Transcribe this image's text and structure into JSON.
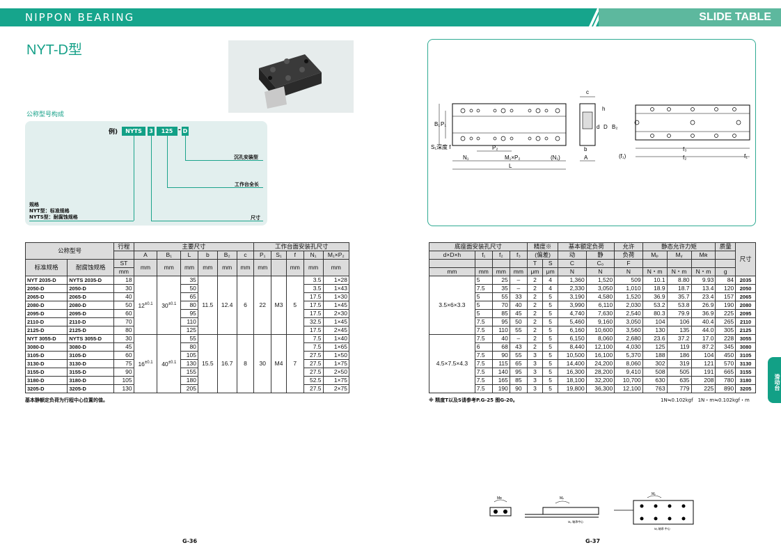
{
  "header": {
    "brand": "NIPPON BEARING",
    "section": "SLIDE TABLE"
  },
  "page_title": "NYT-D型",
  "model_subhead": "公称型号构成",
  "model_example": {
    "label": "例)",
    "codes": [
      "NYTS",
      "3",
      "125",
      "D"
    ],
    "ann_counterbore": "沉孔安装型",
    "ann_length": "工作台全长",
    "ann_spec1": "规格",
    "ann_spec2": "NYT型：标准规格",
    "ann_spec3": "NYTS型：耐腐蚀规格",
    "ann_size": "尺寸"
  },
  "diagram_labels": {
    "c": "c",
    "h": "h",
    "B1": "B₁",
    "P1": "P₁",
    "d": "d",
    "D": "D",
    "B2": "B₂",
    "S1": "S₁深度 f",
    "P2": "P₂",
    "N1": "N₁",
    "M1P2": "M₁×P₂",
    "N1p": "(N₁)",
    "L": "L",
    "b": "b",
    "A": "A",
    "f1p": "(f₁)",
    "f3": "f₃",
    "f2": "f₂",
    "f1": "f₁"
  },
  "left_table": {
    "header": {
      "model": "公称型号",
      "stroke": "行程",
      "main_dims": "主要尺寸",
      "mount_holes": "工作台面安装孔尺寸",
      "std": "标准规格",
      "corr": "耐腐蚀规格",
      "ST": "ST",
      "cols": [
        "A",
        "B₁",
        "L",
        "b",
        "B₂",
        "c",
        "P₁",
        "S₁",
        "f",
        "N₁",
        "M₁×P₂"
      ],
      "mm": "mm"
    },
    "group1": {
      "rows": [
        [
          "NYT 2035-D",
          "NYTS 2035-D",
          "18",
          "35",
          "3.5",
          "1×28"
        ],
        [
          "2050-D",
          "2050-D",
          "30",
          "50",
          "3.5",
          "1×43"
        ],
        [
          "2065-D",
          "2065-D",
          "40",
          "65",
          "17.5",
          "1×30"
        ],
        [
          "2080-D",
          "2080-D",
          "50",
          "80",
          "17.5",
          "1×45"
        ],
        [
          "2095-D",
          "2095-D",
          "60",
          "95",
          "17.5",
          "2×30"
        ],
        [
          "2110-D",
          "2110-D",
          "70",
          "110",
          "32.5",
          "1×45"
        ],
        [
          "2125-D",
          "2125-D",
          "80",
          "125",
          "17.5",
          "2×45"
        ]
      ],
      "A": "12",
      "A_tol": "±0.1",
      "B1": "30",
      "B1_tol": "±0.1",
      "b": "11.5",
      "B2": "12.4",
      "c": "6",
      "P1": "22",
      "S1": "M3",
      "f": "5"
    },
    "group2": {
      "rows": [
        [
          "NYT 3055-D",
          "NYTS 3055-D",
          "30",
          "55",
          "7.5",
          "1×40"
        ],
        [
          "3080-D",
          "3080-D",
          "45",
          "80",
          "7.5",
          "1×65"
        ],
        [
          "3105-D",
          "3105-D",
          "60",
          "105",
          "27.5",
          "1×50"
        ],
        [
          "3130-D",
          "3130-D",
          "75",
          "130",
          "27.5",
          "1×75"
        ],
        [
          "3155-D",
          "3155-D",
          "90",
          "155",
          "27.5",
          "2×50"
        ],
        [
          "3180-D",
          "3180-D",
          "105",
          "180",
          "52.5",
          "1×75"
        ],
        [
          "3205-D",
          "3205-D",
          "130",
          "205",
          "27.5",
          "2×75"
        ]
      ],
      "A": "16",
      "A_tol": "±0.1",
      "B1": "40",
      "B1_tol": "±0.1",
      "b": "15.5",
      "B2": "16.7",
      "c": "8",
      "P1": "30",
      "S1": "M4",
      "f": "7"
    },
    "note": "基本静额定负荷为行程中心位置的值。"
  },
  "right_table": {
    "header": {
      "base": "底座面安装孔尺寸",
      "dDh": "d×D×h",
      "f1": "f₁",
      "f2": "f₂",
      "f3": "f₃",
      "prec": "精度※",
      "prec2": "(偏差)",
      "T": "T",
      "S": "S",
      "load": "基本额定负荷",
      "dyn": "动",
      "stat": "静",
      "C": "C",
      "C0": "C₀",
      "allow": "允许",
      "allow2": "负荷",
      "F": "F",
      "moment": "静态允许力矩",
      "MP": "Mₚ",
      "MY": "Mᵧ",
      "MR": "Mʀ",
      "mass": "质量",
      "size": "尺寸",
      "u_mm": "mm",
      "u_um": "μm",
      "u_N": "N",
      "u_Nm": "N・m",
      "u_g": "g"
    },
    "group1": {
      "dDh": "3.5×6×3.3",
      "rows": [
        [
          "5",
          "25",
          "–",
          "2",
          "4",
          "1,360",
          "1,520",
          "509",
          "10.1",
          "8.80",
          "9.93",
          "84",
          "2035"
        ],
        [
          "7.5",
          "35",
          "–",
          "2",
          "4",
          "2,330",
          "3,050",
          "1,010",
          "18.9",
          "18.7",
          "13.4",
          "120",
          "2050"
        ],
        [
          "5",
          "55",
          "33",
          "2",
          "5",
          "3,190",
          "4,580",
          "1,520",
          "36.9",
          "35.7",
          "23.4",
          "157",
          "2065"
        ],
        [
          "5",
          "70",
          "40",
          "2",
          "5",
          "3,990",
          "6,110",
          "2,030",
          "53.2",
          "53.8",
          "26.9",
          "190",
          "2080"
        ],
        [
          "5",
          "85",
          "45",
          "2",
          "5",
          "4,740",
          "7,630",
          "2,540",
          "80.3",
          "79.9",
          "36.9",
          "225",
          "2095"
        ],
        [
          "7.5",
          "95",
          "50",
          "2",
          "5",
          "5,460",
          "9,160",
          "3,050",
          "104",
          "106",
          "40.4",
          "265",
          "2110"
        ],
        [
          "7.5",
          "110",
          "55",
          "2",
          "5",
          "6,160",
          "10,600",
          "3,560",
          "130",
          "135",
          "44.0",
          "305",
          "2125"
        ]
      ]
    },
    "group2": {
      "dDh": "4.5×7.5×4.3",
      "rows": [
        [
          "7.5",
          "40",
          "–",
          "2",
          "5",
          "6,150",
          "8,060",
          "2,680",
          "23.6",
          "37.2",
          "17.0",
          "228",
          "3055"
        ],
        [
          "6",
          "68",
          "43",
          "2",
          "5",
          "8,440",
          "12,100",
          "4,030",
          "125",
          "119",
          "87.2",
          "345",
          "3080"
        ],
        [
          "7.5",
          "90",
          "55",
          "3",
          "5",
          "10,500",
          "16,100",
          "5,370",
          "188",
          "186",
          "104",
          "450",
          "3105"
        ],
        [
          "7.5",
          "115",
          "65",
          "3",
          "5",
          "14,400",
          "24,200",
          "8,060",
          "302",
          "319",
          "121",
          "570",
          "3130"
        ],
        [
          "7.5",
          "140",
          "95",
          "3",
          "5",
          "16,300",
          "28,200",
          "9,410",
          "508",
          "505",
          "191",
          "665",
          "3155"
        ],
        [
          "7.5",
          "165",
          "85",
          "3",
          "5",
          "18,100",
          "32,200",
          "10,700",
          "630",
          "635",
          "208",
          "780",
          "3180"
        ],
        [
          "7.5",
          "190",
          "90",
          "3",
          "5",
          "19,800",
          "36,300",
          "12,100",
          "763",
          "779",
          "225",
          "890",
          "3205"
        ]
      ]
    },
    "note": "※ 精度T以及S请参考P.G-25 图G-20。",
    "conversion": "1N≒0.102kgf　1N・m≒0.102kgf・m"
  },
  "side_tab": "滑动台",
  "thumbs": {
    "MR": "Mʀ",
    "MP": "Mₚ",
    "MY": "Mᵧ",
    "c1": "Mₚ 轴承中心",
    "c2": "Mᵧ 轴承 中心"
  },
  "page_left": "G-36",
  "page_right": "G-37"
}
